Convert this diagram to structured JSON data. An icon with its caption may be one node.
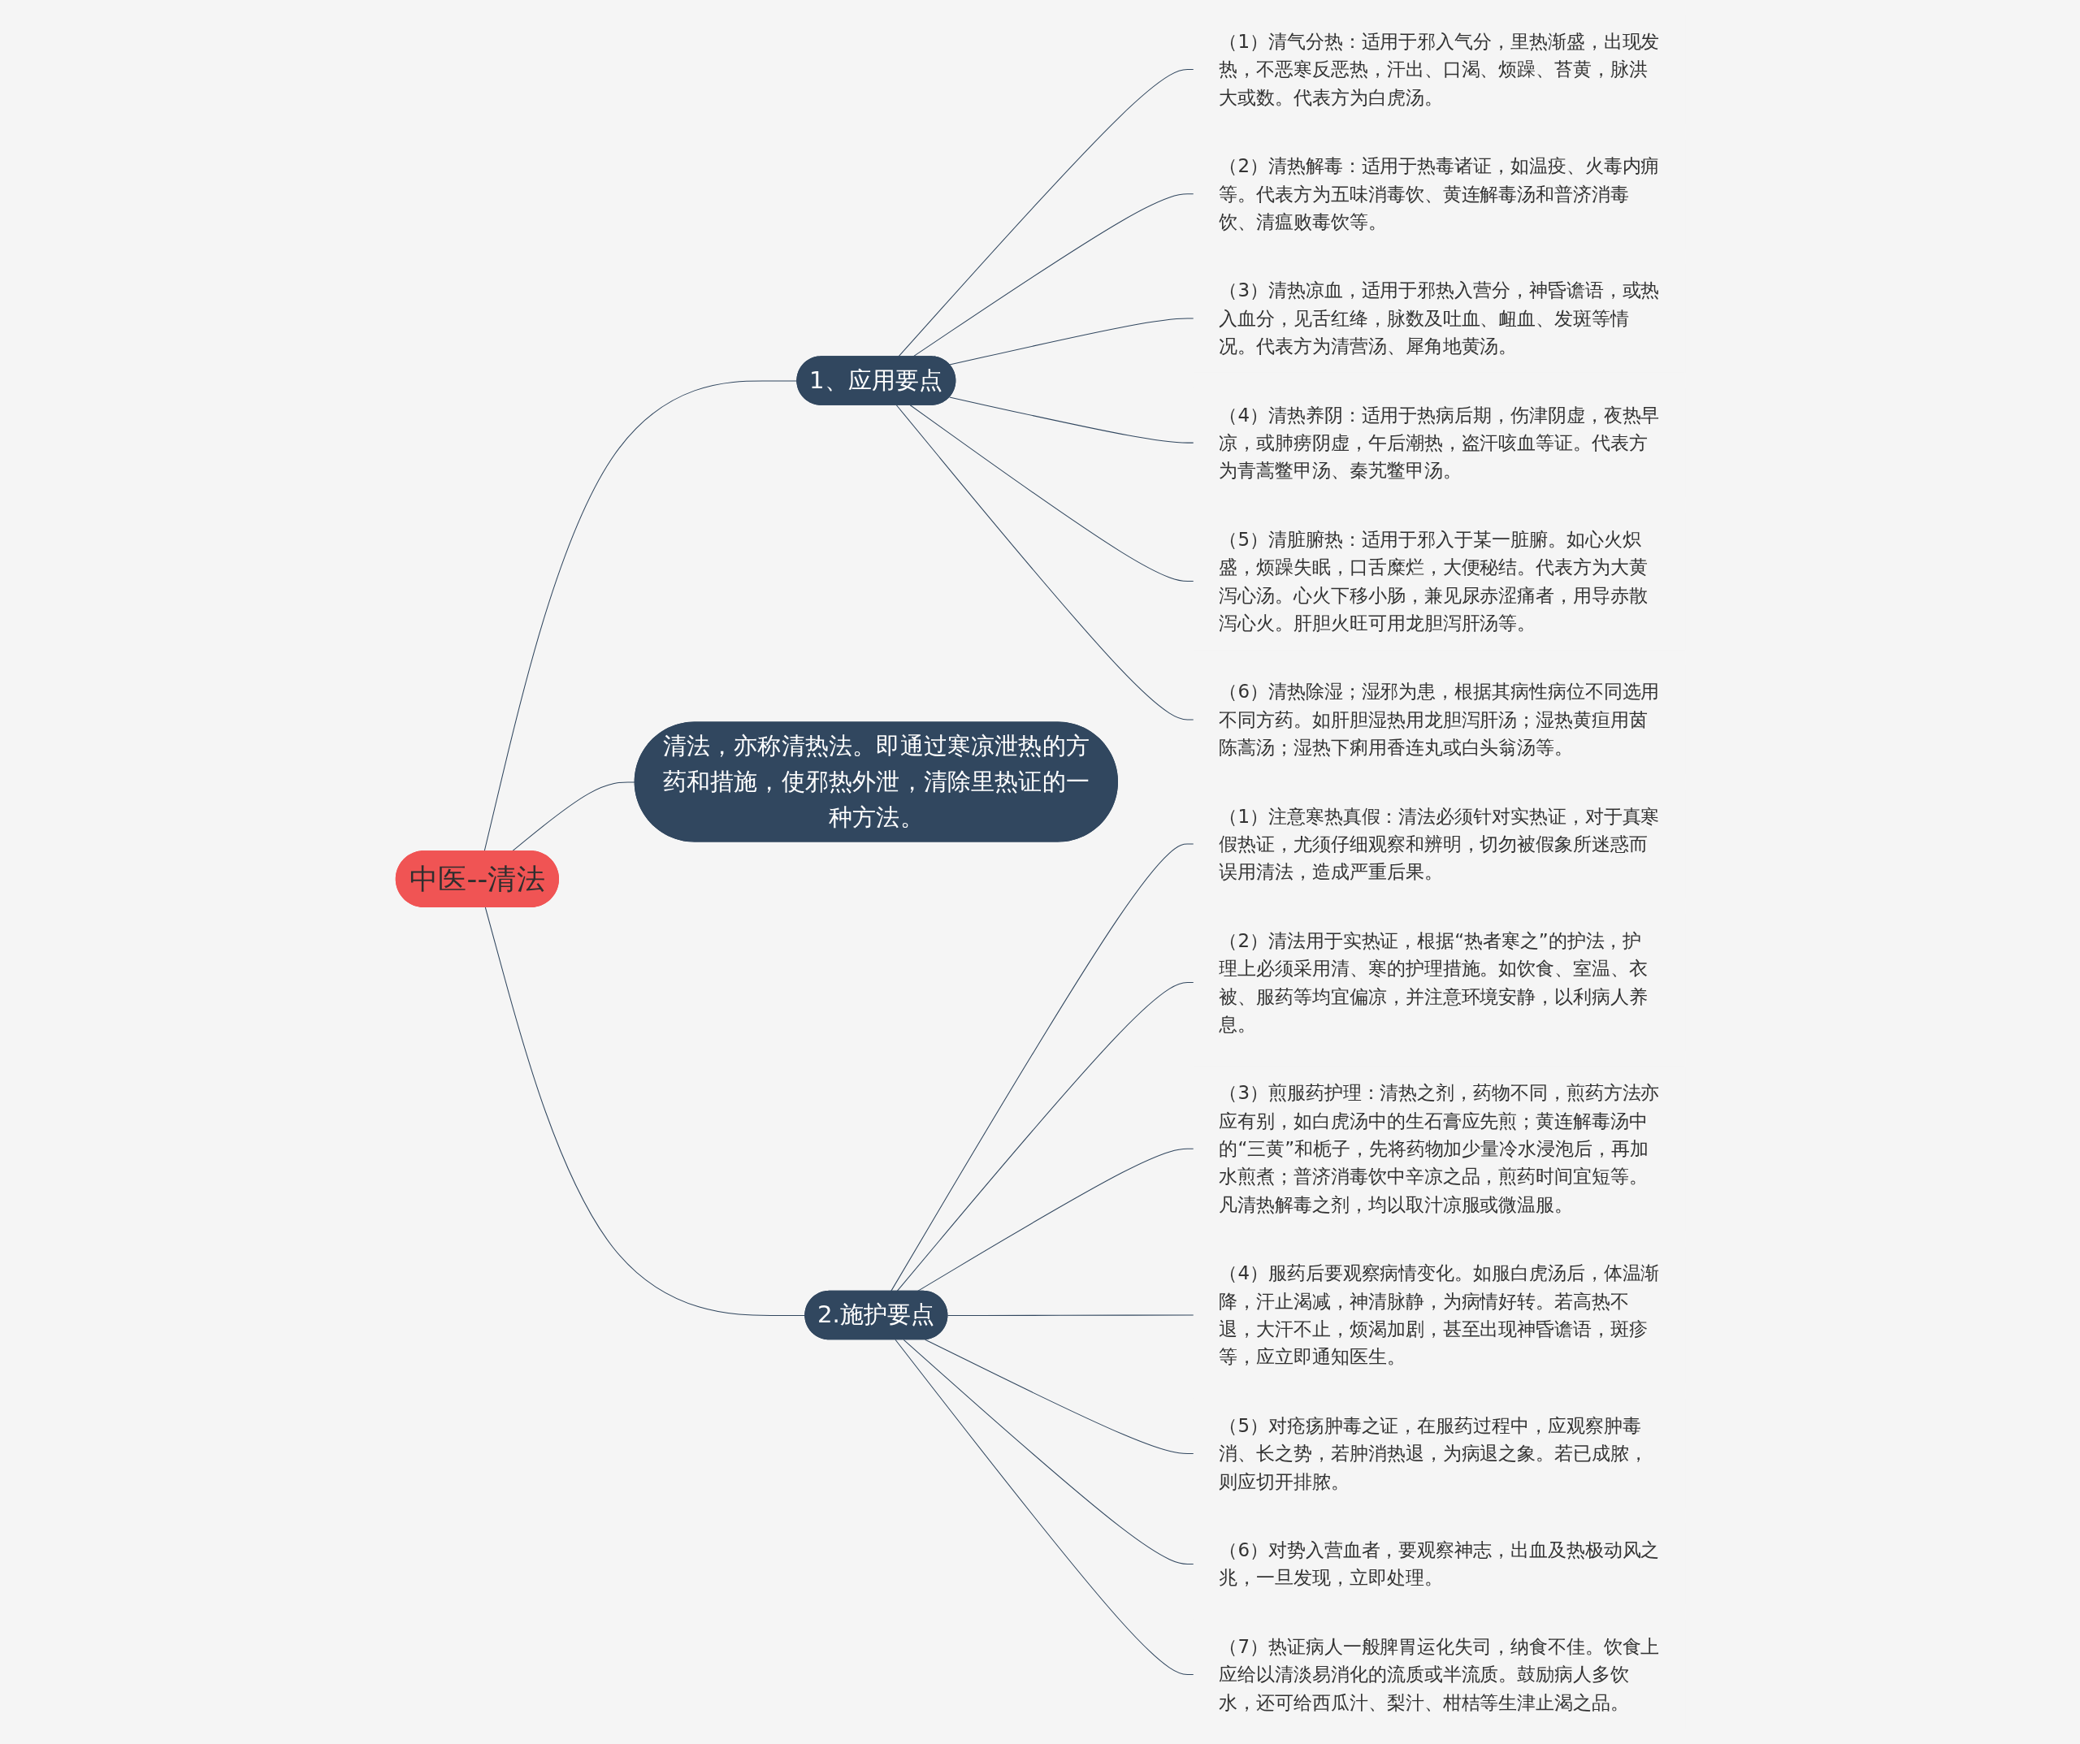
{
  "diagram": {
    "nodes": [
      {
        "text": [
          "中医--清法"
        ]
      },
      {
        "text": [
          "1、应用要点"
        ]
      },
      {
        "text": [
          "（1）清气分热：适用于邪入气分，里热渐盛，出现发热，不恶寒反恶热，汗出、口渴、烦躁、苔黄，脉洪大或数。代表方为白虎汤。"
        ]
      },
      {
        "text": [
          "（2）清热解毒：适用于热毒诸证，如温疫、火毒内痈等。代表方为五味消毒饮、黄连解毒汤和普济消毒饮、清瘟败毒饮等。"
        ]
      },
      {
        "text": [
          "（3）清热凉血，适用于邪热入营分，神昏谵语，或热入血分，见舌红绛，脉数及吐血、衄血、发斑等情况。代表方为清营汤、犀角地黄汤。"
        ]
      },
      {
        "text": [
          "（4）清热养阴：适用于热病后期，伤津阴虚，夜热早凉，或肺痨阴虚，午后潮热，盗汗咳血等证。代表方为青蒿鳖甲汤、秦艽鳖甲汤。"
        ]
      },
      {
        "text": [
          "（5）清脏腑热：适用于邪入于某一脏腑。如心火炽盛，烦躁失眠，口舌糜烂，大便秘结。代表方为大黄泻心汤。心火下移小肠，兼见尿赤涩痛者，用导赤散泻心火。肝胆火旺可用龙胆泻肝汤等。"
        ]
      },
      {
        "text": [
          "（6）清热除湿；湿邪为患，根据其病性病位不同选用不同方药。如肝胆湿热用龙胆泻肝汤；湿热黄疸用茵陈蒿汤；湿热下痢用香连丸或白头翁汤等。"
        ]
      },
      {
        "text": [
          "清法，亦称清热法。即通过寒凉泄热的方药和措施，使邪热外泄，清除里热证的一种方法。"
        ]
      },
      {
        "text": [
          "2.施护要点"
        ]
      },
      {
        "text": [
          "（1）注意寒热真假：清法必须针对实热证，对于真寒假热证，尤须仔细观察和辨明，切勿被假象所迷惑而误用清法，造成严重后果。"
        ]
      },
      {
        "text": [
          "（2）清法用于实热证，根据“热者寒之”的护法，护理上必须采用清、寒的护理措施。如饮食、室温、衣被、服药等均宜偏凉，并注意环境安静，以利病人养息。"
        ]
      },
      {
        "text": [
          "（3）煎服药护理：清热之剂，药物不同，煎药方法亦应有别，如白虎汤中的生石膏应先煎；黄连解毒汤中的“三黄”和栀子，先将药物加少量冷水浸泡后，再加水煎煮；普济消毒饮中辛凉之品，煎药时间宜短等。凡清热解毒之剂，均以取汁凉服或微温服。"
        ]
      },
      {
        "text": [
          "（4）服药后要观察病情变化。如服白虎汤后，体温渐降，汗止渴减，神清脉静，为病情好转。若高热不退，大汗不止，烦渴加剧，甚至出现神昏谵语，斑疹等，应立即通知医生。"
        ]
      },
      {
        "text": [
          "（5）对疮疡肿毒之证，在服药过程中，应观察肿毒消、长之势，若肿消热退，为病退之象。若已成脓，则应切开排脓。"
        ]
      },
      {
        "text": [
          "（6）对势入营血者，要观察神志，出血及热极动风之兆，一旦发现，立即处理。"
        ]
      },
      {
        "text": [
          "（7）热证病人一般脾胃运化失司，纳食不佳。饮食上应给以清淡易消化的流质或半流质。鼓励病人多饮水，还可给西瓜汁、梨汁、柑桔等生津止渴之品。"
        ]
      }
    ],
    "edges": [
      {
        "from": 0,
        "to": 1,
        "arrow": "none"
      },
      {
        "from": 1,
        "to": 2,
        "arrow": "none"
      },
      {
        "from": 1,
        "to": 3,
        "arrow": "none"
      },
      {
        "from": 1,
        "to": 4,
        "arrow": "none"
      },
      {
        "from": 1,
        "to": 5,
        "arrow": "none"
      },
      {
        "from": 1,
        "to": 6,
        "arrow": "none"
      },
      {
        "from": 1,
        "to": 7,
        "arrow": "none"
      },
      {
        "from": 0,
        "to": 8,
        "arrow": "none"
      },
      {
        "from": 0,
        "to": 9,
        "arrow": "none"
      },
      {
        "from": 9,
        "to": 10,
        "arrow": "none"
      },
      {
        "from": 9,
        "to": 11,
        "arrow": "none"
      },
      {
        "from": 9,
        "to": 12,
        "arrow": "none"
      },
      {
        "from": 9,
        "to": 13,
        "arrow": "none"
      },
      {
        "from": 9,
        "to": 14,
        "arrow": "none"
      },
      {
        "from": 9,
        "to": 15,
        "arrow": "none"
      },
      {
        "from": 9,
        "to": 16,
        "arrow": "none"
      }
    ]
  }
}
